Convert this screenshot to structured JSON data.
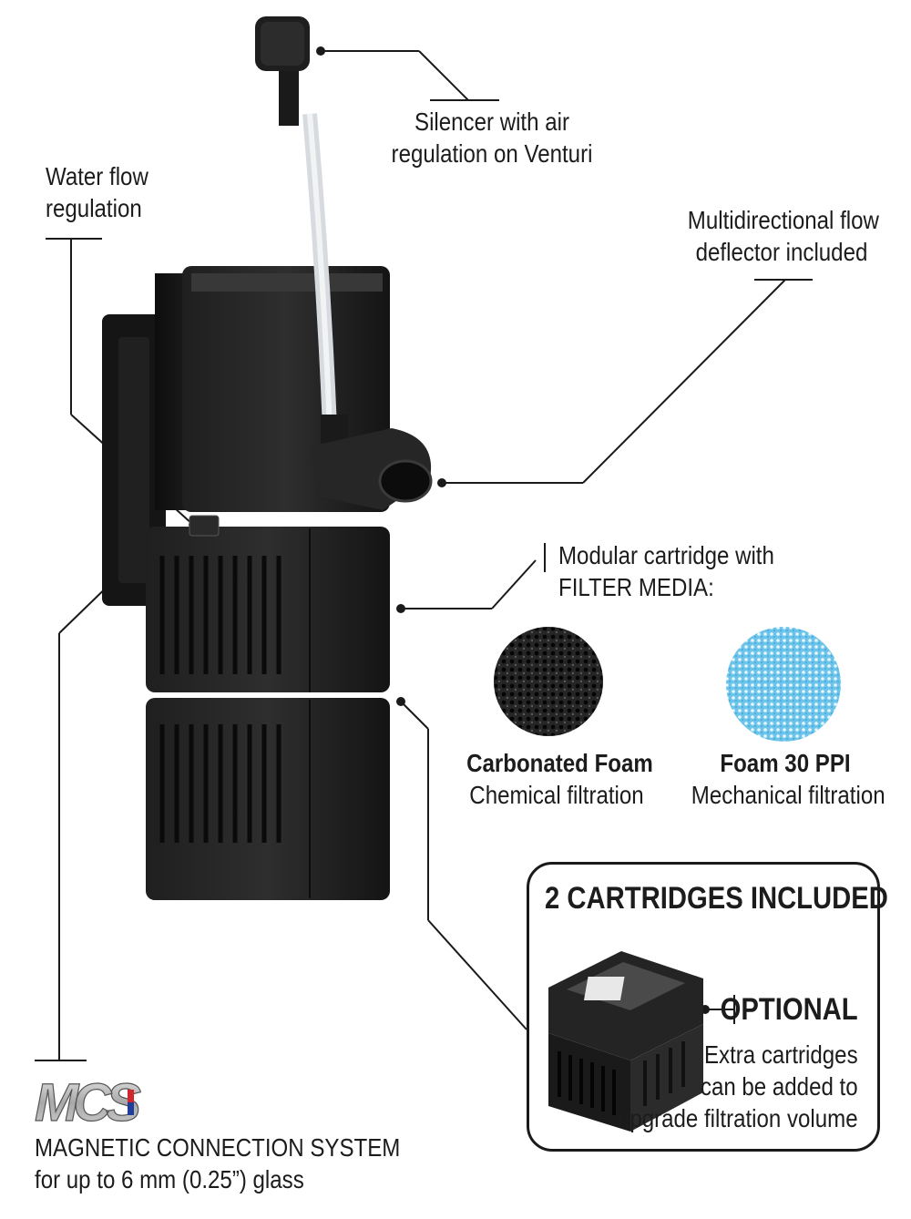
{
  "callouts": {
    "silencer": [
      "Silencer with air",
      "regulation on Venturi"
    ],
    "water_flow": [
      "Water flow",
      "regulation"
    ],
    "deflector": [
      "Multidirectional flow",
      "deflector included"
    ],
    "cartridge": [
      "Modular cartridge with",
      "FILTER MEDIA:"
    ]
  },
  "media": [
    {
      "name": "Carbonated Foam",
      "desc": "Chemical filtration",
      "color": "#2a2a2a"
    },
    {
      "name": "Foam 30 PPI",
      "desc": "Mechanical filtration",
      "color": "#5fbde6"
    }
  ],
  "box": {
    "title": "2 CARTRIDGES INCLUDED",
    "optional": "OPTIONAL",
    "extra": [
      "Extra cartridges",
      "can be added to",
      "upgrade filtration volume"
    ]
  },
  "mcs": {
    "logo_text": "MCS",
    "lines": [
      "MAGNETIC CONNECTION SYSTEM",
      "for up to 6 mm (0.25”) glass"
    ],
    "logo_red": "#d0262c",
    "logo_blue": "#1f3f9a"
  }
}
